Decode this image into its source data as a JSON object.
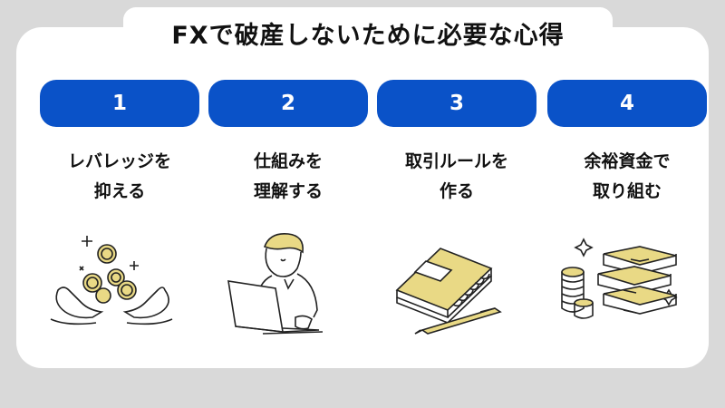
{
  "title": "FXで破産しないために必要な心得",
  "tips": [
    {
      "number": "1",
      "line1": "レバレッジを",
      "line2": "抑える"
    },
    {
      "number": "2",
      "line1": "仕組みを",
      "line2": "理解する"
    },
    {
      "number": "3",
      "line1": "取引ルールを",
      "line2": "作る"
    },
    {
      "number": "4",
      "line1": "余裕資金で",
      "line2": "取り組む"
    }
  ],
  "colors": {
    "accent": "#0a52c8",
    "illustration": "#e9d985"
  },
  "icons": [
    "coins-hands-icon",
    "person-laptop-icon",
    "notebook-pen-icon",
    "money-stack-icon"
  ]
}
